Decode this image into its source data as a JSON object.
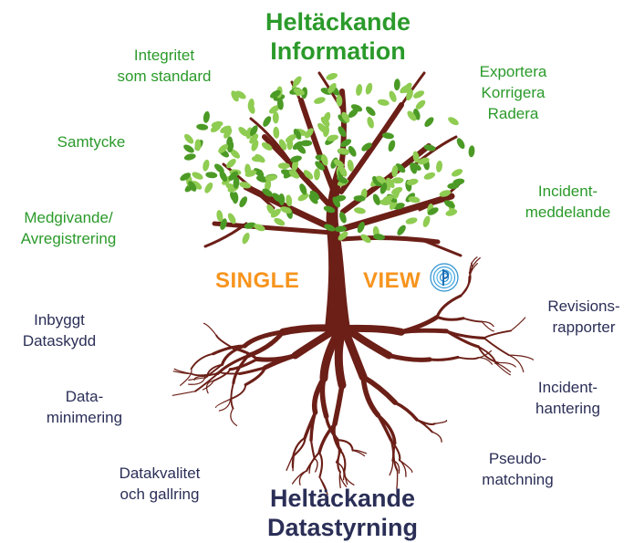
{
  "top_heading": [
    "Heltäckande",
    "Information"
  ],
  "bottom_heading": [
    "Heltäckande",
    "Datastyrning"
  ],
  "center": {
    "left_word": "SINGLE",
    "right_word": "VIEW",
    "logo": "pd-circle-logo"
  },
  "colors": {
    "green": "#2a9a2a",
    "navy": "#2b2f57",
    "orange": "#f7941d",
    "trunk": "#6b1f17",
    "leaf_dark": "#4c9a26",
    "leaf_light": "#8fcc52"
  },
  "labels": {
    "integritet": [
      "Integritet",
      "som standard"
    ],
    "samtycke": [
      "Samtycke"
    ],
    "medgivande": [
      "Medgivande/",
      "Avregistrering"
    ],
    "exportera": [
      "Exportera",
      "Korrigera",
      "Radera"
    ],
    "incident_meddelande": [
      "Incident-",
      "meddelande"
    ],
    "inbyggt": [
      "Inbyggt",
      "Dataskydd"
    ],
    "dataminimering": [
      "Data-",
      "minimering"
    ],
    "datakvalitet": [
      "Datakvalitet",
      "och gallring"
    ],
    "revision": [
      "Revisions-",
      "rapporter"
    ],
    "incidenthantering": [
      "Incident-",
      "hantering"
    ],
    "pseudo": [
      "Pseudo-",
      "matchning"
    ]
  }
}
